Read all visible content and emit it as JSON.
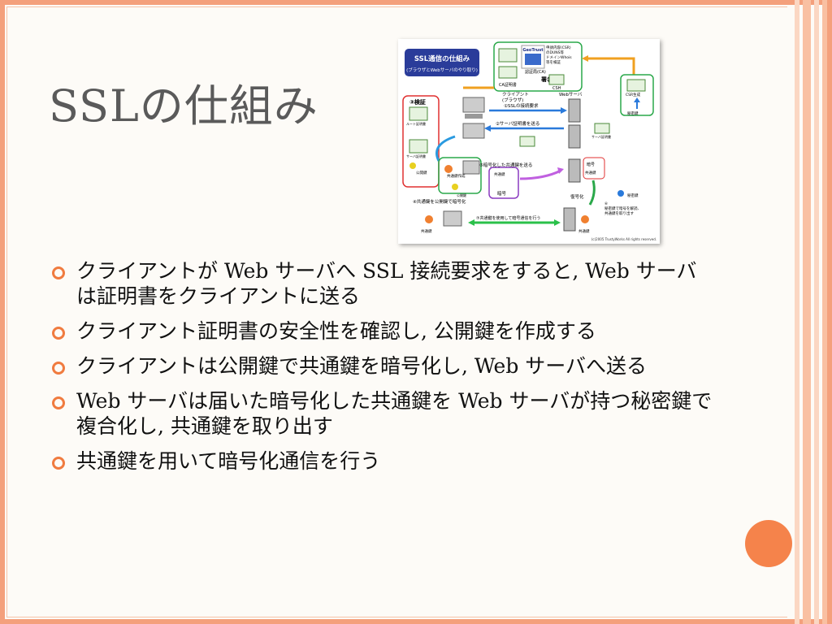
{
  "slide": {
    "title": "SSLの仕組み",
    "bullets": [
      "クライアントが Web サーバへ SSL 接続要求をすると, Web サーバは証明書をクライアントに送る",
      "クライアント証明書の安全性を確認し, 公開鍵を作成する",
      "クライアントは公開鍵で共通鍵を暗号化し, Web サーバへ送る",
      "Web サーバは届いた暗号化した共通鍵を Web サーバが持つ秘密鍵で複合化し, 共通鍵を取り出す",
      "共通鍵を用いて暗号化通信を行う"
    ]
  },
  "diagram": {
    "heading": "SSL通信の仕組み",
    "subheading": "(ブラウザとWebサーバのやり取り)",
    "geotrust": "GeoTrust",
    "ca_lines": [
      "申請内容(CSR)",
      "のDUNS等",
      "ドメインWhois",
      "等を検証"
    ],
    "ca_label": "認証局(CA)",
    "ca_cert_label": "CA証明書",
    "sign_label": "署名",
    "csh_label": "CSH",
    "client_label": "クライアント",
    "browser_label": "(ブラウザ)",
    "webserver_label": "Webサーバ",
    "step1": "①SSLの接続要求",
    "step2": "②サーバ証明書を送る",
    "step3": "③検証",
    "root_cert": "ルート証明書",
    "server_cert": "サーバ証明書",
    "public_key": "公開鍵",
    "common_key_create": "共通鍵作成",
    "step5": "⑤暗号化した共通鍵を送る",
    "common_key": "共通鍵",
    "encrypt": "暗号",
    "step4": "④共通鍵を公開鍵で暗号化",
    "public_key_small": "公開鍵",
    "server_encrypt": "暗号",
    "server_common_key": "共通鍵",
    "decrypt": "復号化",
    "step6": [
      "⑥",
      "秘密鍵で暗号を解読、",
      "共通鍵を取り出す"
    ],
    "private_key": "秘密鍵",
    "csr_gen": "CSR生成",
    "private_key2": "秘密鍵",
    "server_cert_small": "サーバ証明書",
    "step7": "⑦共通鍵を使用して暗号通信を行う",
    "common_key_left": "共通鍵",
    "common_key_right": "共通鍵",
    "copyright": "(c)2005 TrustyWorks All rights reserved."
  },
  "colors": {
    "accent": "#f07b3f",
    "frame": "#f4a07c",
    "title": "#5a5a5a"
  }
}
